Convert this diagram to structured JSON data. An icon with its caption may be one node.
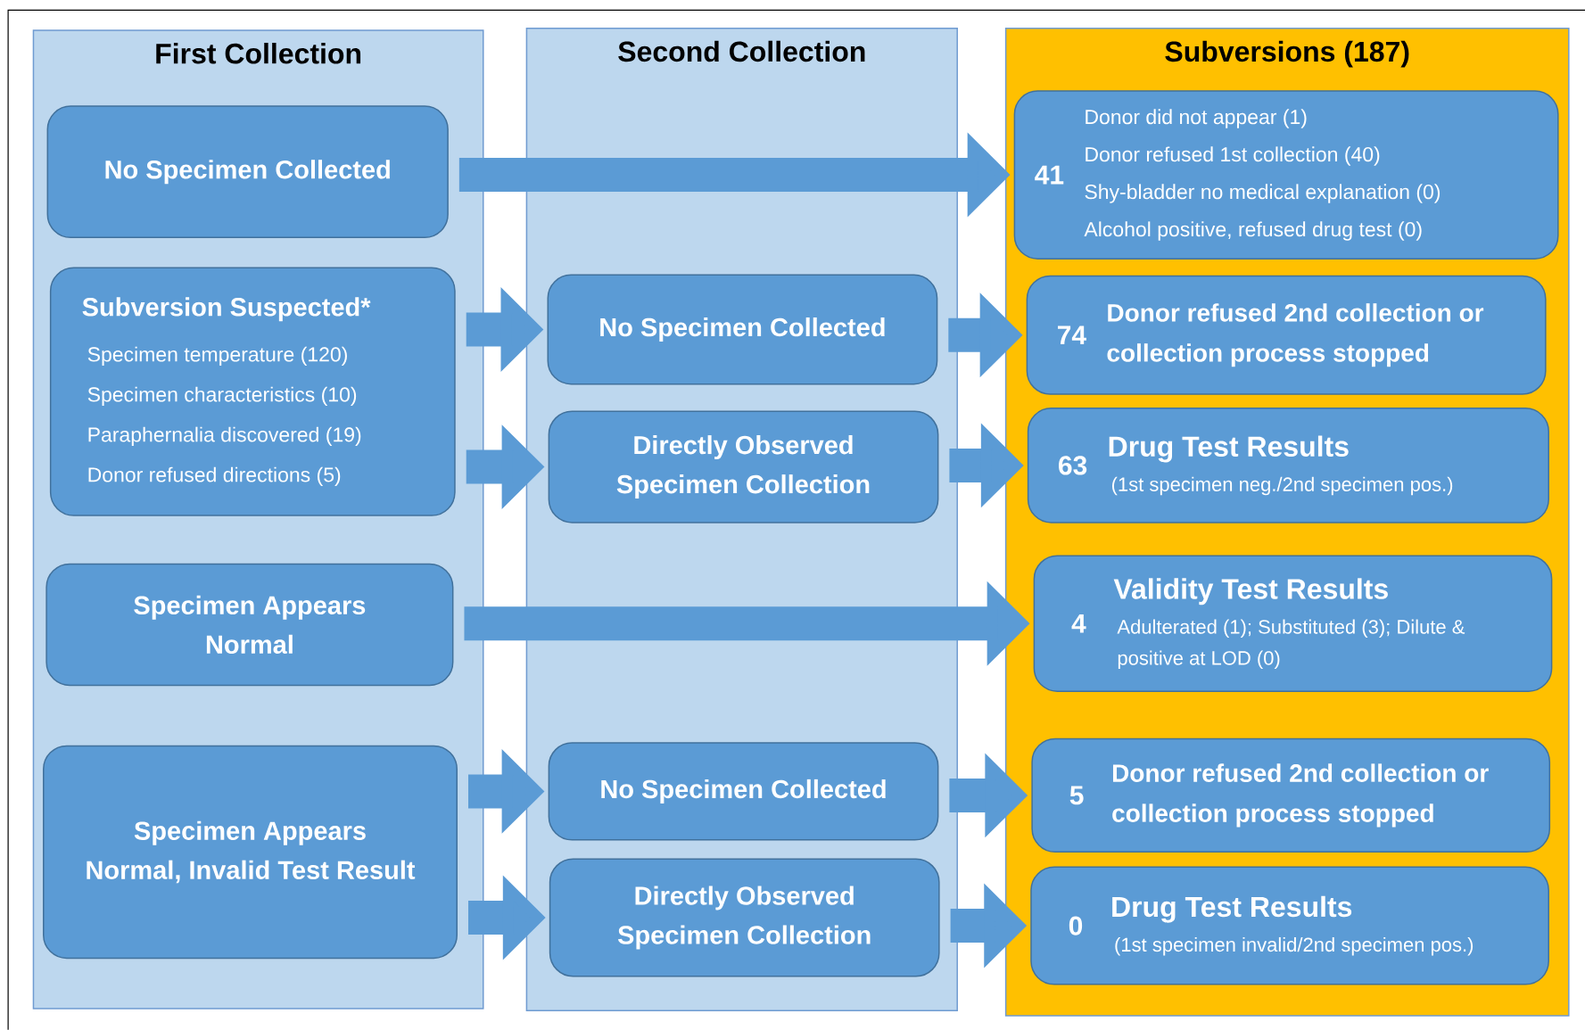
{
  "diagram": {
    "nodes": [
      {
        "text": [
          "First Collection"
        ]
      },
      {
        "text": [
          "Second Collection"
        ]
      },
      {
        "text": [
          "Subversions (187)"
        ]
      },
      {
        "text": [
          "No Specimen Collected"
        ],
        "in": 0
      },
      {
        "text": [
          "Subversion Suspected*",
          "Specimen temperature (120)",
          "Specimen characteristics (10)",
          "Paraphernalia discovered (19)",
          "Donor refused directions (5)"
        ],
        "in": 0
      },
      {
        "text": [
          "Specimen Appears Normal"
        ],
        "in": 0
      },
      {
        "text": [
          "Specimen Appears Normal, Invalid Test Result"
        ],
        "in": 0
      },
      {
        "text": [
          "No Specimen Collected"
        ],
        "in": 1
      },
      {
        "text": [
          "Directly Observed Specimen Collection"
        ],
        "in": 1
      },
      {
        "text": [
          "No Specimen Collected"
        ],
        "in": 1
      },
      {
        "text": [
          "Directly Observed Specimen Collection"
        ],
        "in": 1
      },
      {
        "text": [
          "41",
          "Donor did not appear (1)",
          "Donor refused 1st collection (40)",
          "Shy-bladder no medical explanation (0)",
          "Alcohol positive, refused drug test (0)"
        ],
        "in": 2
      },
      {
        "text": [
          "74",
          "Donor refused 2nd collection or collection process stopped"
        ],
        "in": 2
      },
      {
        "text": [
          "63",
          "Drug Test Results",
          "(1st specimen neg./2nd specimen pos.)"
        ],
        "in": 2
      },
      {
        "text": [
          "4",
          "Validity Test Results",
          "Adulterated (1); Substituted (3); Dilute & positive at LOD (0)"
        ],
        "in": 2
      },
      {
        "text": [
          "5",
          "Donor refused 2nd collection or collection process stopped"
        ],
        "in": 2
      },
      {
        "text": [
          "0",
          "Drug Test Results",
          "(1st specimen invalid/2nd specimen pos.)"
        ],
        "in": 2
      }
    ],
    "edges": [
      {
        "from": 3,
        "to": 11,
        "arrow": "to"
      },
      {
        "from": 4,
        "to": 7,
        "arrow": "to"
      },
      {
        "from": 4,
        "to": 8,
        "arrow": "to"
      },
      {
        "from": 7,
        "to": 12,
        "arrow": "to"
      },
      {
        "from": 8,
        "to": 13,
        "arrow": "to"
      },
      {
        "from": 5,
        "to": 14,
        "arrow": "to"
      },
      {
        "from": 6,
        "to": 9,
        "arrow": "to"
      },
      {
        "from": 6,
        "to": 10,
        "arrow": "to"
      },
      {
        "from": 9,
        "to": 15,
        "arrow": "to"
      },
      {
        "from": 10,
        "to": 16,
        "arrow": "to"
      }
    ]
  }
}
